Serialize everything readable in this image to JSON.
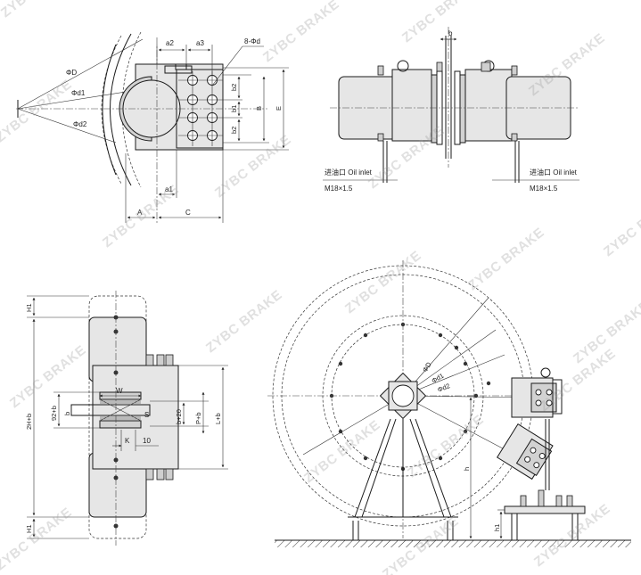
{
  "watermark": "ZYBC BRAKE",
  "front_view": {
    "labels": {
      "a2": "a2",
      "a3": "a3",
      "holes": "8-Φd",
      "D": "ΦD",
      "d1": "Φd1",
      "d2": "Φd2",
      "b2_top": "b2",
      "b1": "b1",
      "b2_bottom": "b2",
      "B": "B",
      "E": "E",
      "a1": "a1",
      "A": "A",
      "C": "C"
    }
  },
  "side_view": {
    "labels": {
      "b": "b",
      "inlet_left": "进油口 Oil inlet",
      "thread_left": "M18×1.5",
      "inlet_right": "进油口 Oil inlet",
      "thread_right": "M18×1.5"
    }
  },
  "section_view": {
    "labels": {
      "H1_top": "H1",
      "total": "2H+b",
      "H1_bottom": "H1",
      "b": "b",
      "dim_92b": "92+b",
      "W": "W",
      "S": "S",
      "K": "K",
      "ten": "10",
      "b20": "b+20",
      "Pb": "P+b",
      "Lb": "L+b"
    }
  },
  "installation_view": {
    "labels": {
      "D": "ΦD",
      "d1": "Φd1",
      "d2": "Φd2",
      "h": "h",
      "h1": "h1"
    }
  }
}
